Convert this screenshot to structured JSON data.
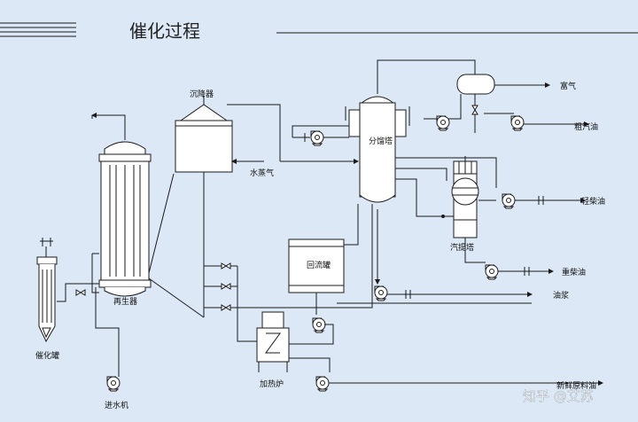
{
  "title": "催化过程",
  "labels": {
    "settler": "沉降器",
    "steam": "水蒸气",
    "regenerator": "再生器",
    "catalyst_tank": "催化罐",
    "water_inlet_pump": "进水机",
    "recycle_tank": "回流罐",
    "heating_furnace": "加热炉",
    "fractionator": "分馏塔",
    "stripper": "汽提塔",
    "rich_gas": "富气",
    "crude_gasoline": "粗汽油",
    "light_diesel": "轻柴油",
    "heavy_diesel": "重柴油",
    "slurry_oil": "油浆",
    "fresh_feed": "新鲜原料油"
  },
  "watermark": "知乎 @艾苏",
  "colors": {
    "background": "#dce8f5",
    "line": "#1a1a1a",
    "equipment_fill": "#ffffff"
  }
}
